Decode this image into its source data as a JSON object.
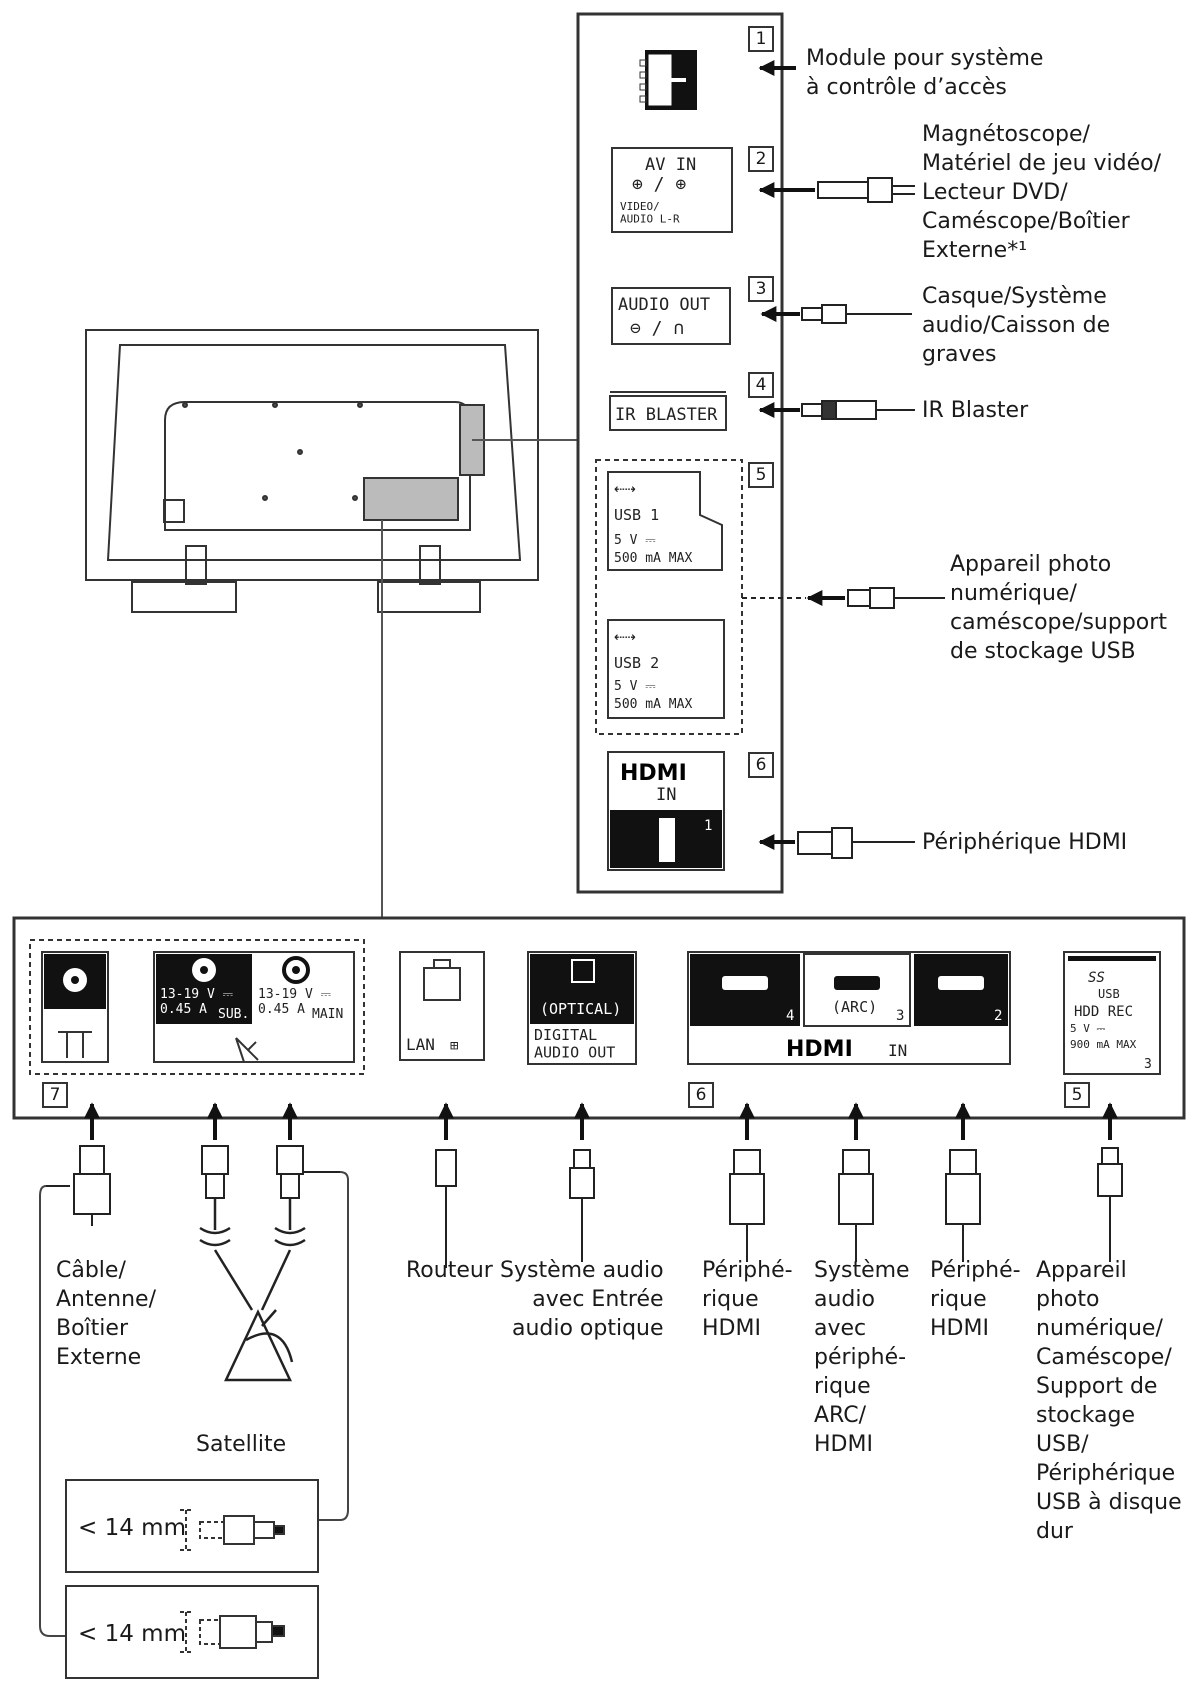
{
  "side_panel": {
    "items": [
      {
        "num": "1",
        "label": "Module pour système\nà contrôle d’accès"
      },
      {
        "num": "2",
        "label": "Magnétoscope/\nMatériel de jeu vidéo/\nLecteur DVD/\nCaméscope/Boîtier\nExterne*¹",
        "port_title": "AV IN",
        "port_sub": "VIDEO/\nAUDIO L-R"
      },
      {
        "num": "3",
        "label": "Casque/Système\naudio/Caisson de\ngraves",
        "port_title": "AUDIO OUT"
      },
      {
        "num": "4",
        "label": "IR Blaster",
        "port_title": "IR BLASTER"
      },
      {
        "num": "5",
        "label": "Appareil photo\nnumérique/\ncaméscope/support\nde stockage USB",
        "usb1": "USB 1",
        "usb2": "USB 2",
        "usb_power": "5 V ⎓",
        "usb_current": "500 mA MAX"
      },
      {
        "num": "6",
        "label": "Périphérique HDMI",
        "port_title": "HDMI",
        "port_sub": "IN",
        "port_num": "1"
      }
    ]
  },
  "bottom_panel": {
    "num7": "7",
    "num6": "6",
    "num5": "5",
    "sat_sub": "13-19 V ⎓\n0.45 A",
    "sat_sub_tag": "SUB.",
    "sat_main": "13-19 V ⎓\n0.45 A",
    "sat_main_tag": "MAIN",
    "lan": "LAN",
    "optical": "(OPTICAL)",
    "digital_out": "DIGITAL\nAUDIO OUT",
    "hdmi_nums": [
      "4",
      "3",
      "2"
    ],
    "arc": "(ARC)",
    "hdmi_in": "IN",
    "hdmi_logo": "HDMI",
    "usb3_ss": "SS",
    "usb3_title": "USB",
    "usb3_sub": "HDD REC",
    "usb3_power": "5 V ⎓",
    "usb3_current": "900 mA MAX",
    "usb3_num": "3"
  },
  "bottom_labels": {
    "cable": "Câble/\nAntenne/\nBoîtier\nExterne",
    "satellite": "Satellite",
    "router": "Routeur",
    "optical_audio": "Système audio\navec Entrée\naudio optique",
    "hdmi4": "Périphé-\nrique\nHDMI",
    "arc_audio": "Système\naudio\navec\npériphé-\nrique\nARC/\nHDMI",
    "hdmi2": "Périphé-\nrique\nHDMI",
    "usb_hdd": "Appareil\nphoto\nnumérique/\nCaméscope/\nSupport de\nstockage\nUSB/\nPériphérique\nUSB à disque\ndur"
  },
  "connector_notes": [
    "< 14 mm",
    "< 14 mm"
  ]
}
